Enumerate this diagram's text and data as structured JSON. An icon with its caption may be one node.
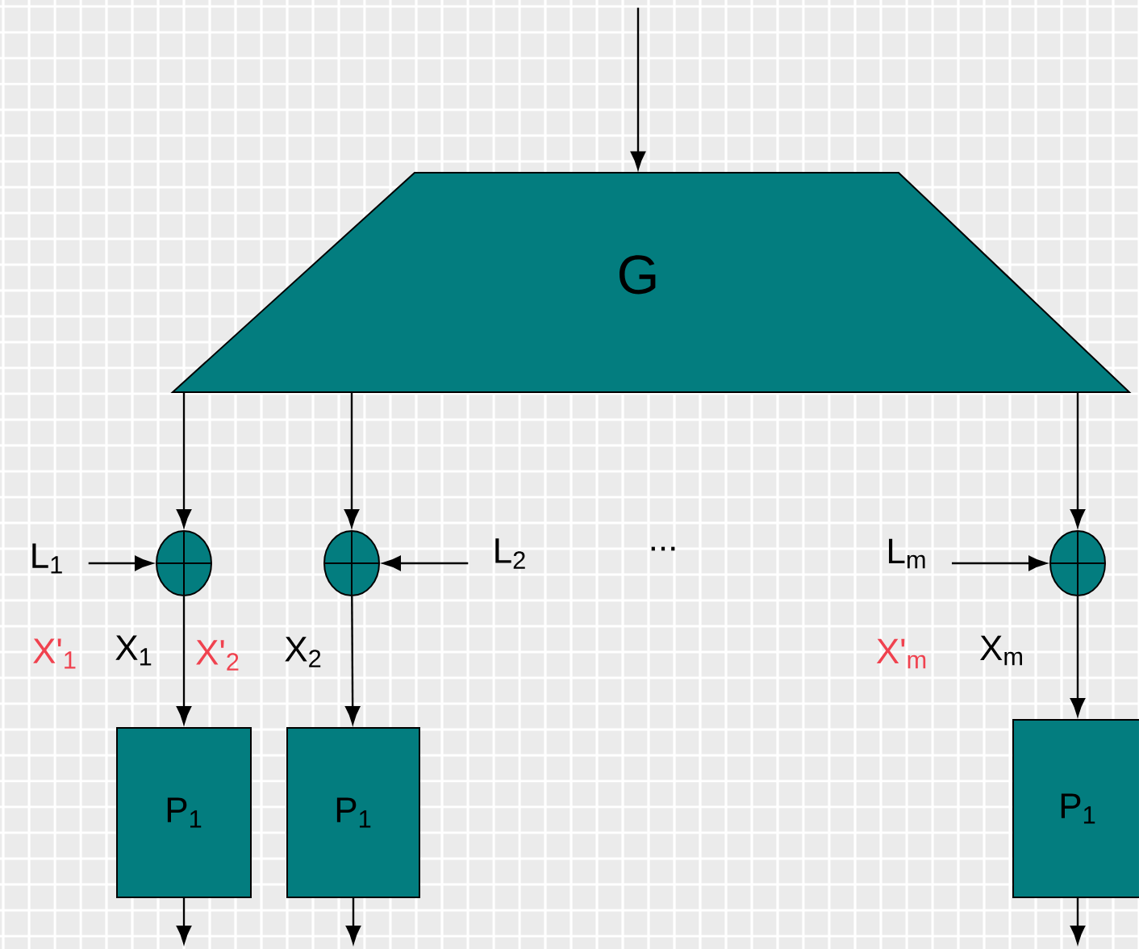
{
  "diagram": {
    "nodes": [
      {
        "text": [
          "G"
        ]
      },
      {
        "text": [],
        "shape": "circle"
      },
      {
        "text": [],
        "shape": "circle"
      },
      {
        "text": [],
        "shape": "circle"
      },
      {
        "text": [
          "L$_{1}$"
        ]
      },
      {
        "text": [
          "L$_{2}$"
        ]
      },
      {
        "text": [
          "L$_{m}$"
        ]
      },
      {
        "text": [
          "P$_{1}$"
        ]
      },
      {
        "text": [
          "P$_{1}$"
        ]
      },
      {
        "text": [
          "P$_{1}$"
        ]
      }
    ],
    "edges": [
      {
        "from": null,
        "to": 0,
        "arrow": "to"
      },
      {
        "from": 0,
        "to": 1,
        "arrow": "to"
      },
      {
        "from": 0,
        "to": 2,
        "arrow": "to"
      },
      {
        "from": 0,
        "to": 3,
        "arrow": "to"
      },
      {
        "from": 4,
        "to": 1,
        "arrow": "to"
      },
      {
        "from": 5,
        "to": 2,
        "arrow": "to"
      },
      {
        "from": 6,
        "to": 3,
        "arrow": "to"
      },
      {
        "from": 1,
        "to": 7,
        "arrow": "to"
      },
      {
        "from": 2,
        "to": 8,
        "arrow": "to"
      },
      {
        "from": 3,
        "to": 9,
        "arrow": "to"
      },
      {
        "from": 7,
        "to": null,
        "arrow": "to"
      },
      {
        "from": 8,
        "to": null,
        "arrow": "to"
      },
      {
        "from": 9,
        "to": null,
        "arrow": "to"
      }
    ],
    "labels": [
      "...",
      "X'$_{1}$",
      "X$_{1}$",
      "X'$_{2}$",
      "X$_{2}$",
      "X'$_{m}$",
      "X$_{m}$"
    ]
  }
}
